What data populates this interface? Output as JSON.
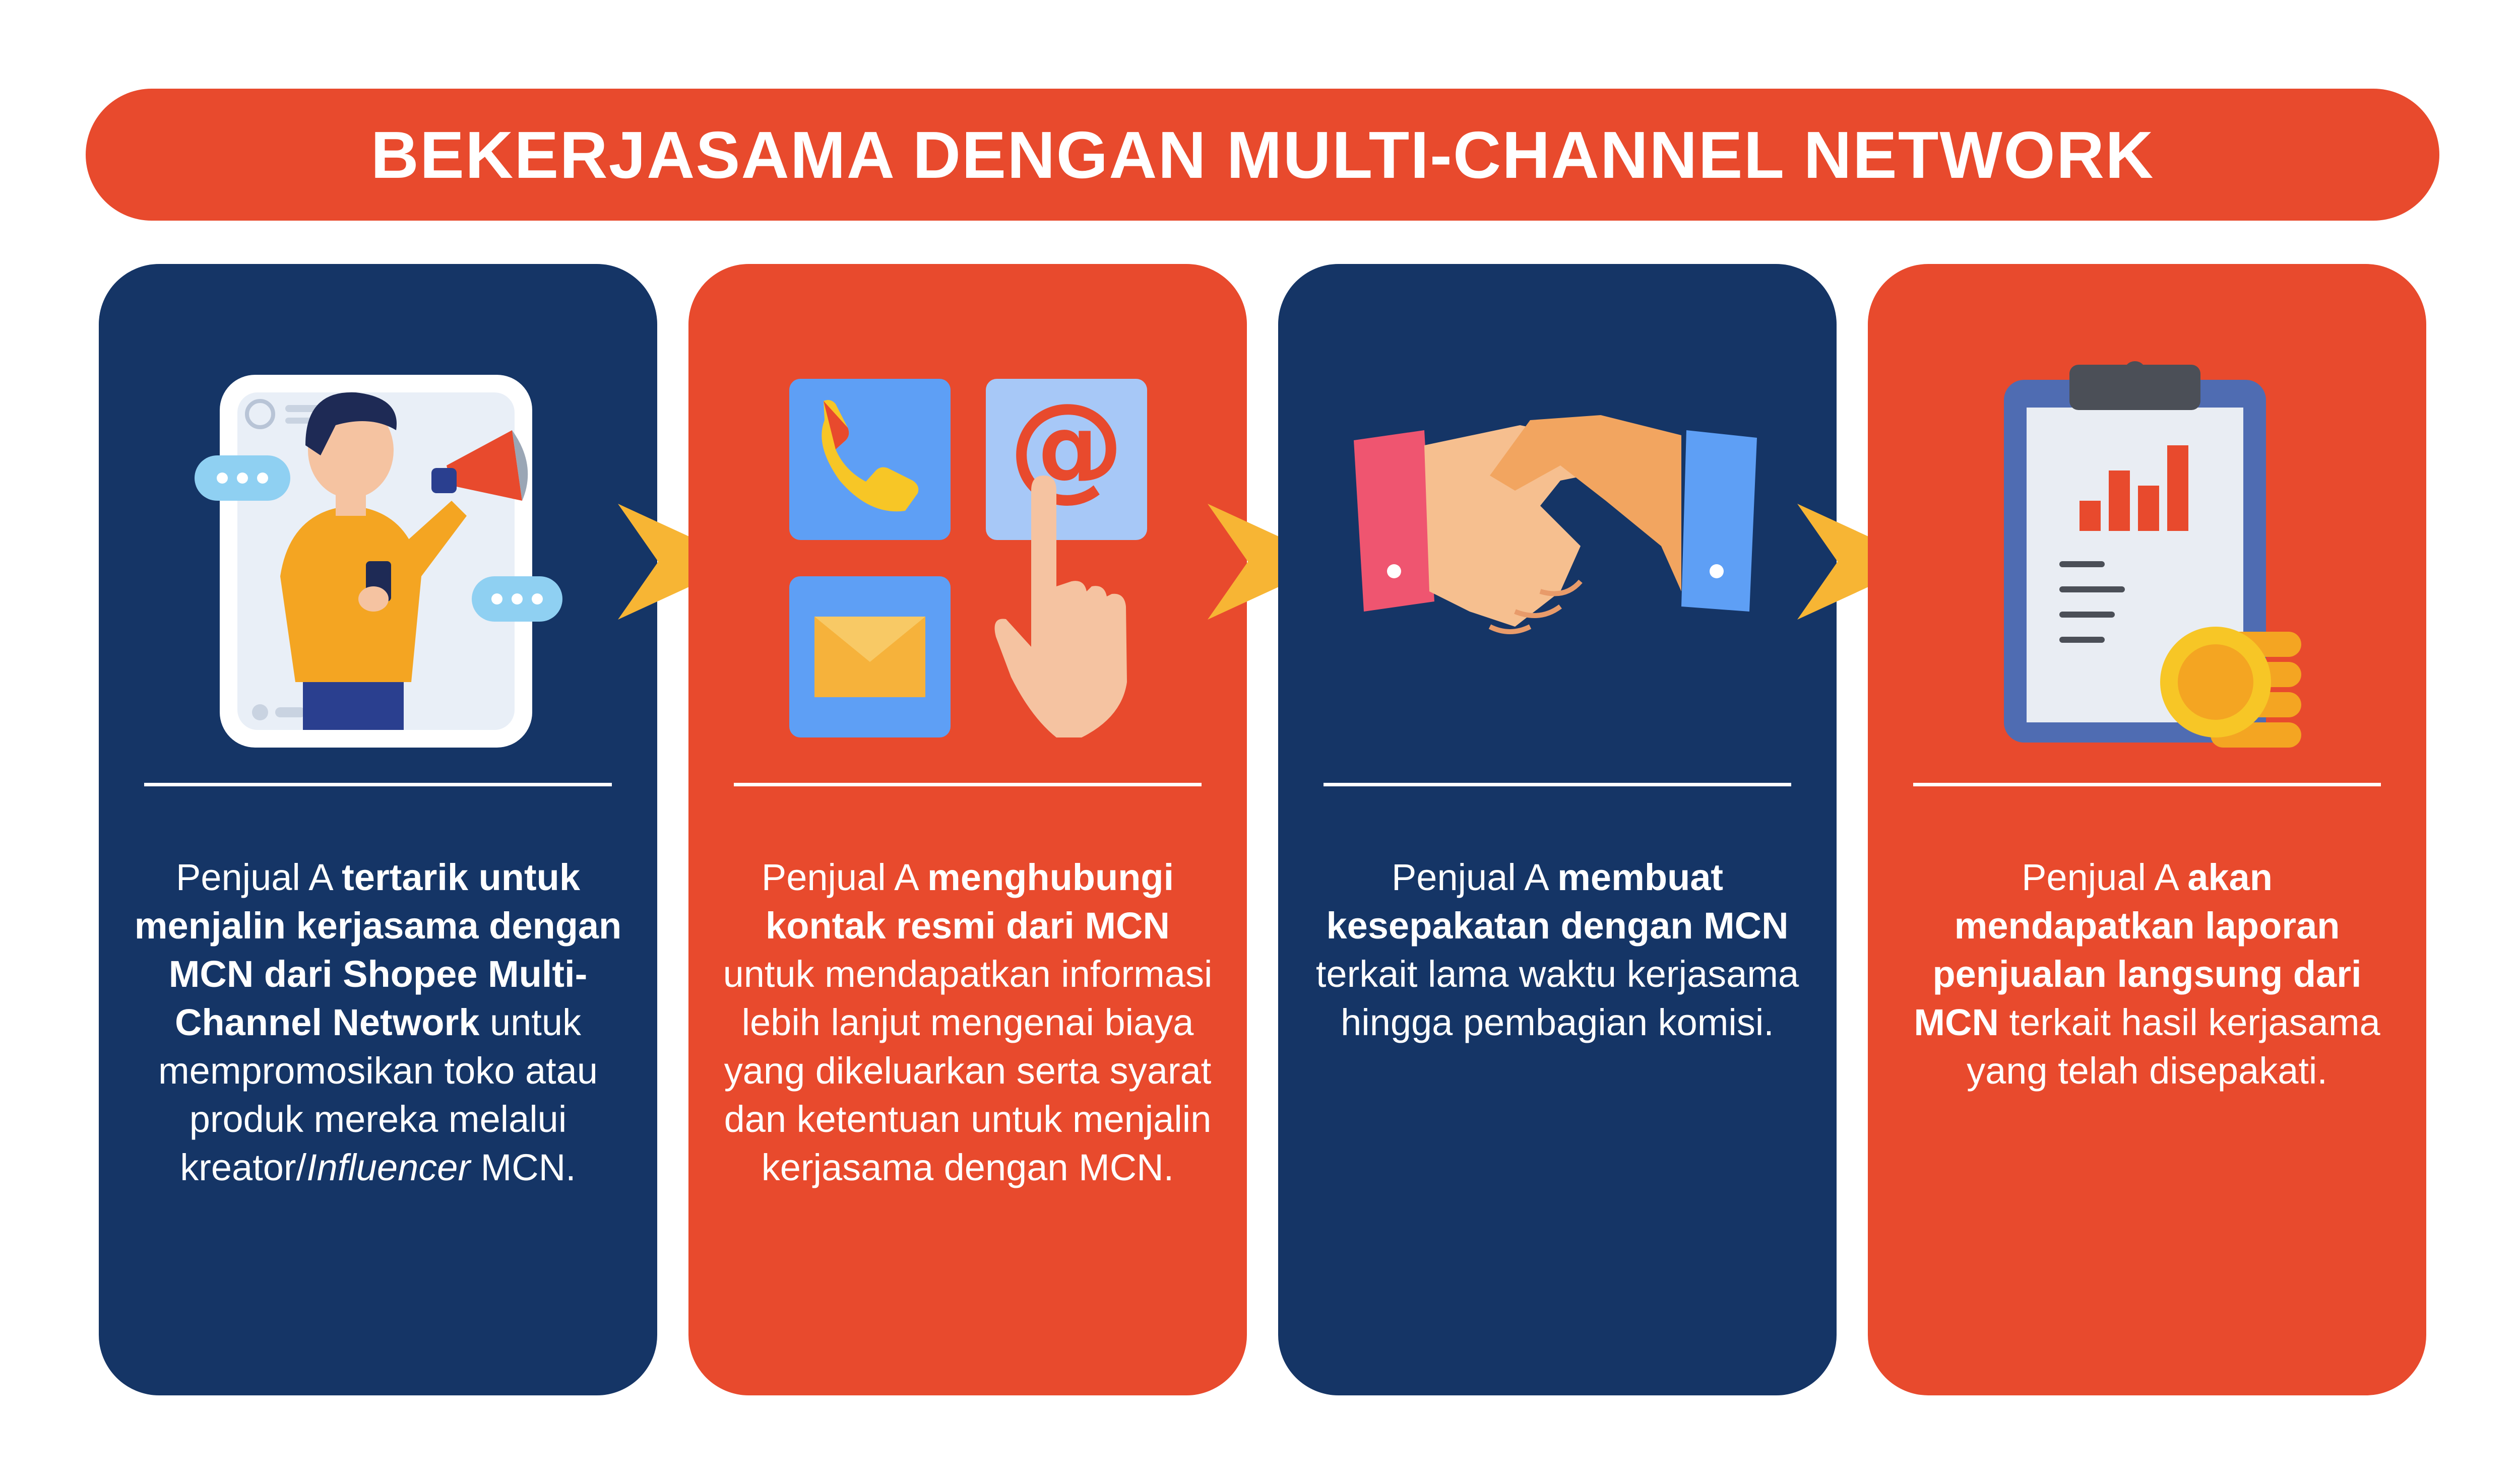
{
  "title": "BEKERJASAMA DENGAN MULTI-CHANNEL NETWORK",
  "colors": {
    "navy": "#153566",
    "red": "#e84a2d",
    "arrow": "#f7b534",
    "white": "#ffffff"
  },
  "steps": [
    {
      "card_color": "navy",
      "icon": "influencer-megaphone-icon",
      "text": {
        "p1": "Penjual A ",
        "b1": "tertarik untuk menjalin kerjasama dengan MCN dari Shopee Multi-Channel Network",
        "p2": " untuk mempromosikan toko atau produk mereka melalui kreator/",
        "i1": "Influencer",
        "p3": " MCN."
      }
    },
    {
      "card_color": "red",
      "icon": "contact-apps-icon",
      "text": {
        "p1": "Penjual A ",
        "b1": "menghubungi kontak resmi dari MCN",
        "p2": " untuk mendapatkan informasi lebih lanjut mengenai biaya yang dikeluarkan serta syarat dan ketentuan untuk menjalin kerjasama dengan MCN."
      }
    },
    {
      "card_color": "navy",
      "icon": "handshake-icon",
      "text": {
        "p1": "Penjual A ",
        "b1": "membuat kesepakatan dengan MCN",
        "p2": " terkait lama waktu kerjasama hingga pembagian komisi."
      }
    },
    {
      "card_color": "red",
      "icon": "sales-report-clipboard-icon",
      "text": {
        "p1": "Penjual A ",
        "b1": "akan mendapatkan laporan penjualan langsung dari MCN",
        "p2": " terkait hasil kerjasama yang telah disepakati."
      }
    }
  ]
}
